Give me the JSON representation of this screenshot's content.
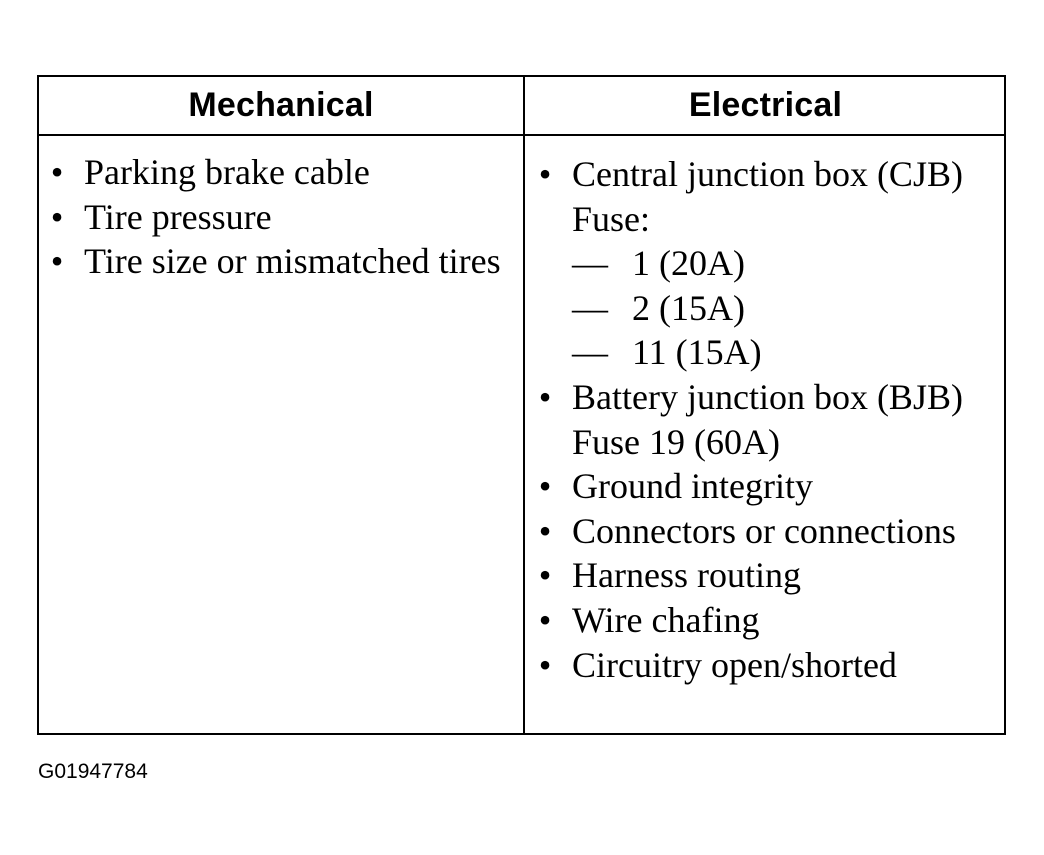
{
  "table": {
    "headers": {
      "mechanical": "Mechanical",
      "electrical": "Electrical"
    },
    "bullet_glyph": "•",
    "dash_glyph": "—",
    "mechanical_items": [
      {
        "text": "Parking brake cable"
      },
      {
        "text": "Tire pressure"
      },
      {
        "text": "Tire size or mismatched tires"
      }
    ],
    "electrical_items": [
      {
        "text": "Central junction box (CJB) Fuse:",
        "subitems": [
          "1 (20A)",
          "2 (15A)",
          "11 (15A)"
        ]
      },
      {
        "text": "Battery junction box (BJB) Fuse 19 (60A)"
      },
      {
        "text": "Ground integrity"
      },
      {
        "text": "Connectors or connections"
      },
      {
        "text": "Harness routing"
      },
      {
        "text": "Wire chafing"
      },
      {
        "text": "Circuitry open/shorted"
      }
    ]
  },
  "figure_code": "G01947784"
}
